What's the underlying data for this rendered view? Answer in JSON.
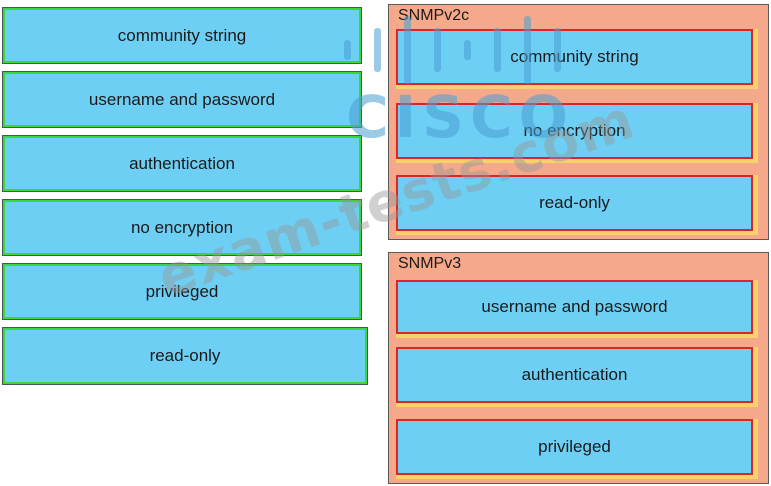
{
  "source_items": [
    "community string",
    "username and password",
    "authentication",
    "no encryption",
    "privileged",
    "read-only"
  ],
  "targets": [
    {
      "title": "SNMPv2c",
      "slots": [
        "community string",
        "no encryption",
        "read-only"
      ]
    },
    {
      "title": "SNMPv3",
      "slots": [
        "username and password",
        "authentication",
        "privileged"
      ]
    }
  ],
  "watermark": {
    "logo_text": "CISCO",
    "site_text": "exam-tests.com"
  },
  "colors": {
    "item_fill": "#6ecff5",
    "item_border_green": "#3bd63b",
    "zone_fill": "#f5a98a",
    "slot_border_red": "#d8262a",
    "slot_shadow_yellow": "#f5d36a"
  }
}
